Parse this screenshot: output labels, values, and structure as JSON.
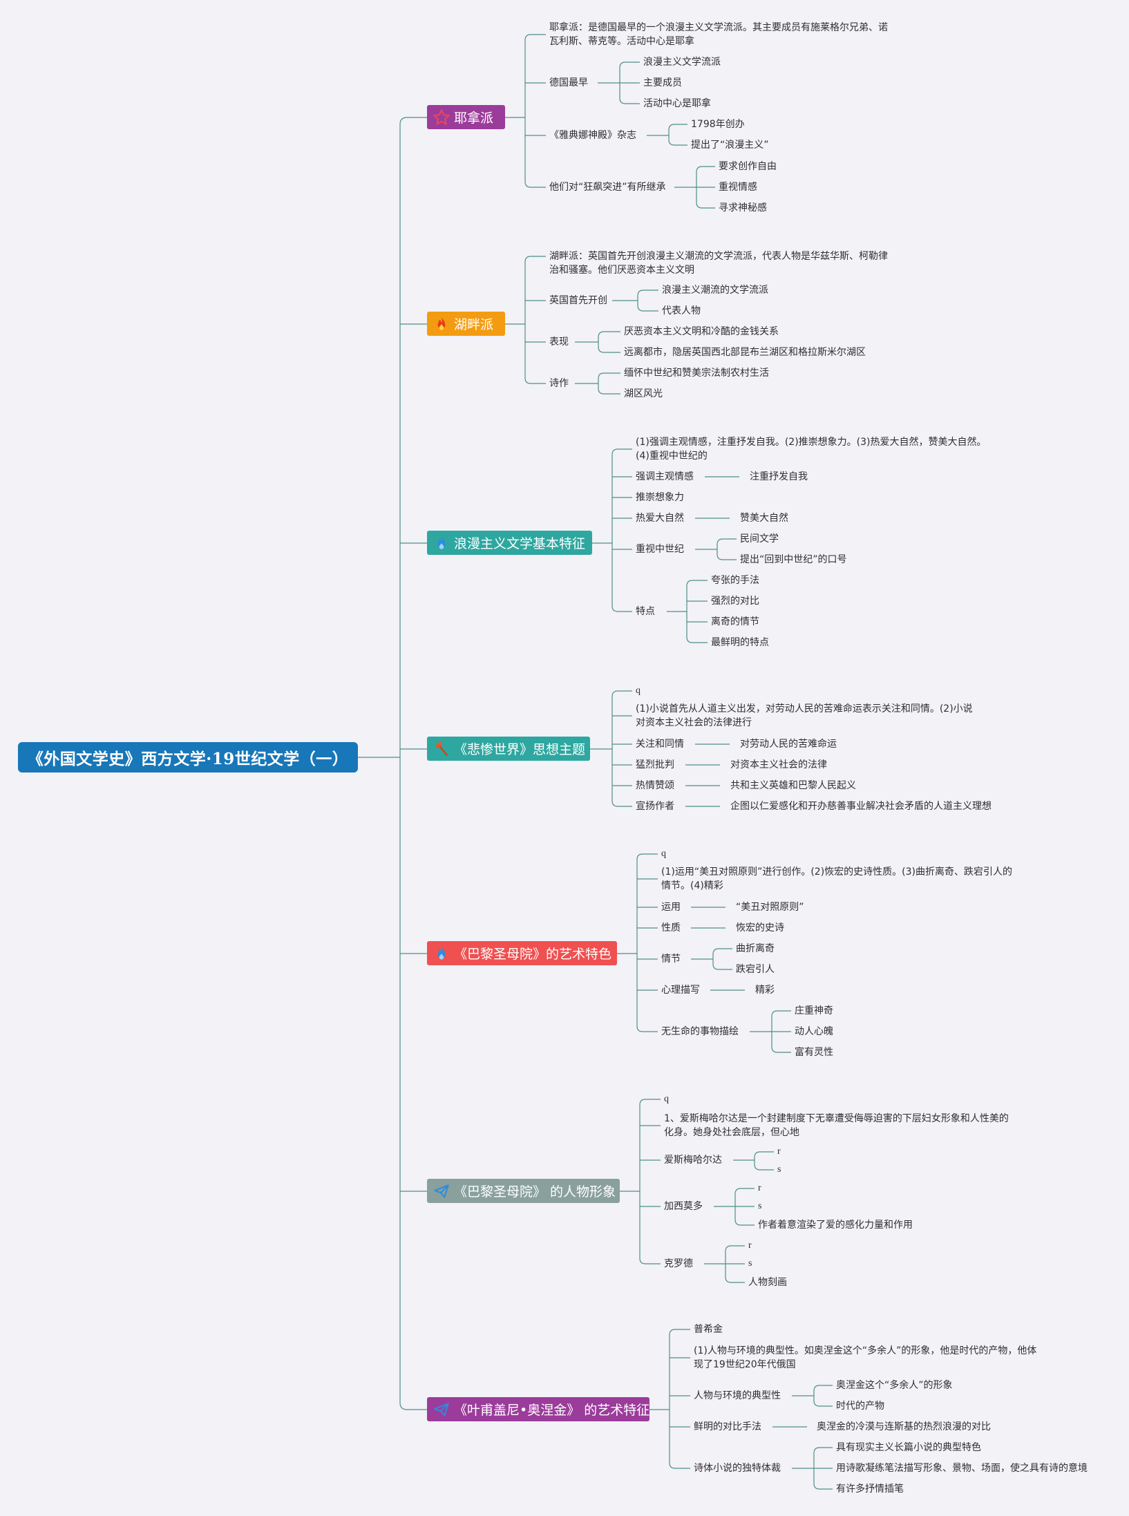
{
  "root": {
    "title": "《外国文学史》西方文学·19世纪文学（一）",
    "color": "#1877b8"
  },
  "line_color": "#4f8f86",
  "branches": {
    "b1": {
      "label": "耶拿派",
      "color": "#9b3c9b",
      "icon": "star-icon"
    },
    "b2": {
      "label": "湖畔派",
      "color": "#f39c12",
      "icon": "fire-icon"
    },
    "b3": {
      "label": "浪漫主义文学基本特征",
      "color": "#2ea7a0",
      "icon": "flame-icon"
    },
    "b4": {
      "label": "《悲惨世界》思想主题",
      "color": "#2ea7a0",
      "icon": "hammer-icon"
    },
    "b5": {
      "label": "《巴黎圣母院》的艺术特色",
      "color": "#ef5050",
      "icon": "flame-icon"
    },
    "b6": {
      "label": "《巴黎圣母院》 的人物形象",
      "color": "#8aa09c",
      "icon": "plane-icon"
    },
    "b7": {
      "label": "《叶甫盖尼•奥涅金》 的艺术特征",
      "color": "#9b3c9b",
      "icon": "plane-icon"
    }
  },
  "b1": {
    "n1": "耶拿派：是德国最早的一个浪漫主义文学流派。其主要成员有施莱格尔兄弟、诺瓦利斯、蒂克等。活动中心是耶拿",
    "n2": "德国最早",
    "n2a": "浪漫主义文学流派",
    "n2b": "主要成员",
    "n2c": "活动中心是耶拿",
    "n3": "《雅典娜神殿》杂志",
    "n3a": "1798年创办",
    "n3b": "提出了“浪漫主义”",
    "n4": "他们对“狂飙突进”有所继承",
    "n4a": "要求创作自由",
    "n4b": "重视情感",
    "n4c": "寻求神秘感"
  },
  "b2": {
    "n1": "湖畔派：英国首先开创浪漫主义潮流的文学流派，代表人物是华兹华斯、柯勒律治和骚塞。他们厌恶资本主义文明",
    "n2": "英国首先开创",
    "n2a": "浪漫主义潮流的文学流派",
    "n2b": "代表人物",
    "n3": "表现",
    "n3a": "厌恶资本主义文明和冷酷的金钱关系",
    "n3b": "远离都市，隐居英国西北部昆布兰湖区和格拉斯米尔湖区",
    "n4": "诗作",
    "n4a": "缅怀中世纪和赞美宗法制农村生活",
    "n4b": "湖区风光"
  },
  "b3": {
    "n1": "(1)强调主观情感，注重抒发自我。(2)推崇想象力。(3)热爱大自然，赞美大自然。(4)重视中世纪的",
    "n2": "强调主观情感",
    "n2a": "注重抒发自我",
    "n3": "推崇想象力",
    "n4": "热爱大自然",
    "n4a": "赞美大自然",
    "n5": "重视中世纪",
    "n5a": "民间文学",
    "n5b": "提出“回到中世纪”的口号",
    "n6": "特点",
    "n6a": "夸张的手法",
    "n6b": "强烈的对比",
    "n6c": "离奇的情节",
    "n6d": "最鲜明的特点"
  },
  "b4": {
    "n0": "q",
    "n1": "(1)小说首先从人道主义出发，对劳动人民的苦难命运表示关注和同情。(2)小说对资本主义社会的法律进行",
    "n2": "关注和同情",
    "n2a": "对劳动人民的苦难命运",
    "n3": "猛烈批判",
    "n3a": "对资本主义社会的法律",
    "n4": "热情赞颂",
    "n4a": "共和主义英雄和巴黎人民起义",
    "n5": "宣扬作者",
    "n5a": "企图以仁爱感化和开办慈善事业解决社会矛盾的人道主义理想"
  },
  "b5": {
    "n0": "q",
    "n1": "(1)运用“美丑对照原则”进行创作。(2)恢宏的史诗性质。(3)曲折离奇、跌宕引人的情节。(4)精彩",
    "n2": "运用",
    "n2a": "“美丑对照原则”",
    "n3": "性质",
    "n3a": "恢宏的史诗",
    "n4": "情节",
    "n4a": "曲折离奇",
    "n4b": "跌宕引人",
    "n5": "心理描写",
    "n5a": "精彩",
    "n6": "无生命的事物描绘",
    "n6a": "庄重神奇",
    "n6b": "动人心魄",
    "n6c": "富有灵性"
  },
  "b6": {
    "n0": "q",
    "n1": "1、爱斯梅哈尔达是一个封建制度下无辜遭受侮辱迫害的下层妇女形象和人性美的化身。她身处社会底层，但心地",
    "n2": "爱斯梅哈尔达",
    "n2a": "r",
    "n2b": "s",
    "n3": "加西莫多",
    "n3a": "r",
    "n3b": "s",
    "n3c": "作者着意渲染了爱的感化力量和作用",
    "n4": "克罗德",
    "n4a": "r",
    "n4b": "s",
    "n4c": "人物刻画"
  },
  "b7": {
    "n0": "普希金",
    "n1": "(1)人物与环境的典型性。如奥涅金这个“多余人”的形象，他是时代的产物，他体现了19世纪20年代俄国",
    "n2": "人物与环境的典型性",
    "n2a": "奥涅金这个“多余人”的形象",
    "n2b": "时代的产物",
    "n3": "鲜明的对比手法",
    "n3a": "奥涅金的冷漠与连斯基的热烈浪漫的对比",
    "n4": "诗体小说的独特体裁",
    "n4a": "具有现实主义长篇小说的典型特色",
    "n4b": "用诗歌凝练笔法描写形象、景物、场面，使之具有诗的意境",
    "n4c": "有许多抒情插笔"
  }
}
